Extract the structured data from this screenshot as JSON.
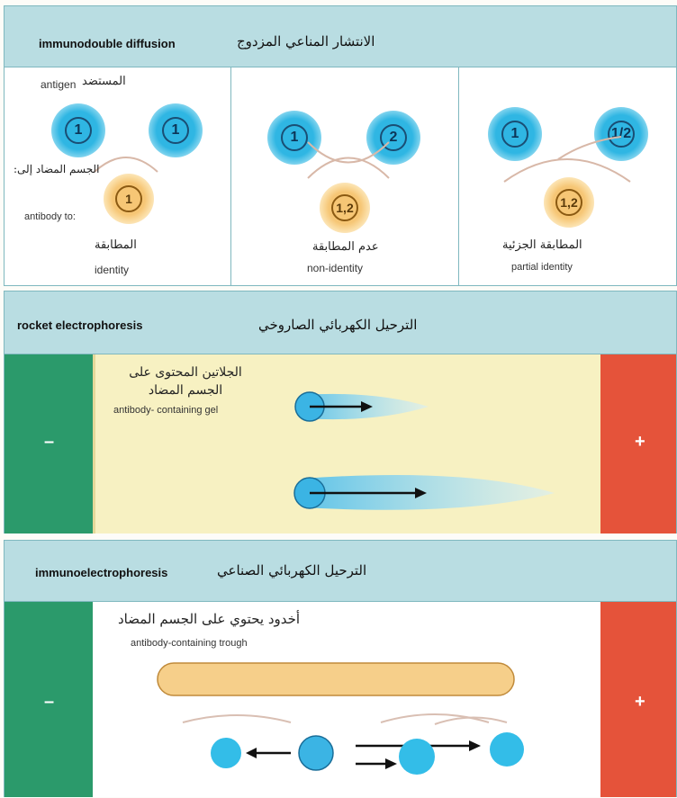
{
  "panel1": {
    "title_en": "immunodouble diffusion",
    "title_ar": "الانتشار المناعي المزدوج",
    "antigen_ar": "المستضد",
    "antigen_en": "antigen",
    "antibody_ar": "الجسم المضاد إلى:",
    "antibody_en": "antibody to:",
    "cells": [
      {
        "ag_left": "1",
        "ag_right": "1",
        "ab": "1",
        "label_ar": "المطابقة",
        "label_en": "identity"
      },
      {
        "ag_left": "1",
        "ag_right": "2",
        "ab": "1,2",
        "label_ar": "عدم المطابقة",
        "label_en": "non-identity"
      },
      {
        "ag_left": "1",
        "ag_right": "1/2",
        "ab": "1,2",
        "label_ar": "المطابقة الجزئية",
        "label_en": "partial identity"
      }
    ]
  },
  "panel2": {
    "title_en": "rocket electrophoresis",
    "title_ar": "الترحيل الكهربائي الصاروخي",
    "gel_ar": "الجلاتين المحتوى على الجسم المضاد",
    "gel_en": "antibody- containing gel",
    "minus": "–",
    "plus": "+"
  },
  "panel3": {
    "title_en": "immunoelectrophoresis",
    "title_ar": "الترحيل الكهربائي الصناعي",
    "trough_ar": "أخدود يحتوي على الجسم المضاد",
    "trough_en": "antibody-containing trough",
    "minus": "–",
    "plus": "+"
  },
  "colors": {
    "header": "#b9dde2",
    "antigen": "#2fb6e3",
    "antibody": "#f6c675",
    "negative": "#2b9a6b",
    "positive": "#e5533a",
    "gel": "#f7f1c2"
  }
}
